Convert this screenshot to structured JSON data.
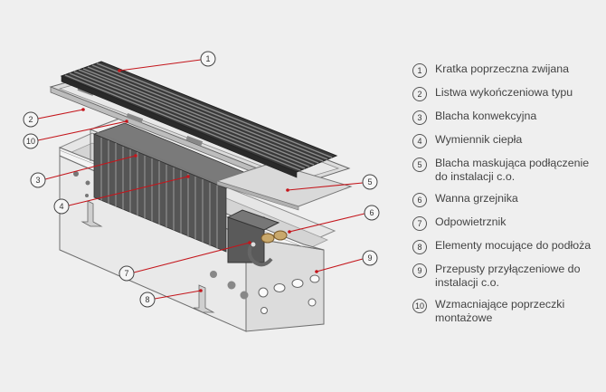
{
  "accent_color": "#c4161c",
  "callouts": [
    "1",
    "2",
    "3",
    "4",
    "5",
    "6",
    "7",
    "8",
    "9",
    "10"
  ],
  "legend": [
    {
      "num": "1",
      "label": "Kratka poprzeczna zwijana"
    },
    {
      "num": "2",
      "label": "Listwa wykończeniowa typu"
    },
    {
      "num": "3",
      "label": "Blacha konwekcyjna"
    },
    {
      "num": "4",
      "label": "Wymiennik ciepła"
    },
    {
      "num": "5",
      "label": "Blacha maskująca podłączenie do instalacji c.o."
    },
    {
      "num": "6",
      "label": "Wanna grzejnika"
    },
    {
      "num": "7",
      "label": "Odpowietrznik"
    },
    {
      "num": "8",
      "label": "Elementy mocujące do podłoża"
    },
    {
      "num": "9",
      "label": "Przepusty przyłączeniowe do instalacji c.o."
    },
    {
      "num": "10",
      "label": "Wzmacniające poprzeczki montażowe"
    }
  ]
}
